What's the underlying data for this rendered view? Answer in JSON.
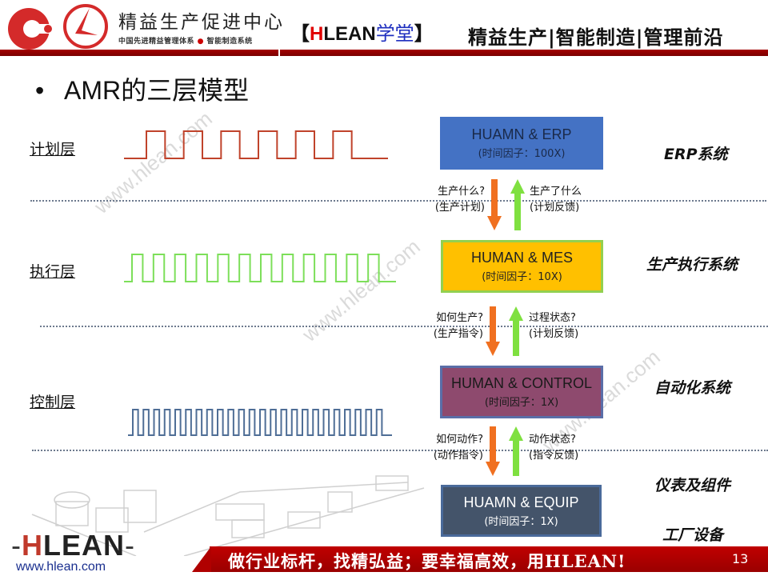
{
  "header": {
    "brand_title": "精益生产促进中心",
    "brand_sub_left": "中国先进精益管理体系",
    "brand_sub_dot": "●",
    "brand_sub_right": "智能制造系统",
    "hlean_open": "【",
    "hlean_h": "H",
    "hlean_rest": "LEAN",
    "hlean_xt": "学堂",
    "hlean_close": "】",
    "slogan": "精益生产|智能制造|管理前沿"
  },
  "title": {
    "bullet": "•",
    "text": "AMR的三层模型"
  },
  "layers": [
    {
      "label": "计划层",
      "wave_color": "#c0432b",
      "pulses": 6
    },
    {
      "label": "执行层",
      "wave_color": "#7ddf5a",
      "pulses": 12
    },
    {
      "label": "控制层",
      "wave_color": "#4f6e96",
      "pulses": 24
    }
  ],
  "systems": [
    {
      "main": "HUAMN & ERP",
      "sub": "(时间因子：100X)",
      "bg": "#4472c4",
      "border": "#4472c4",
      "text": "#1a2a4a",
      "label": "ERP系统"
    },
    {
      "main": "HUMAN & MES",
      "sub": "(时间因子：10X)",
      "bg": "#ffc000",
      "border": "#92d050",
      "text": "#222222",
      "label": "生产执行系统"
    },
    {
      "main": "HUMAN & CONTROL",
      "sub": "(时间因子：1X)",
      "bg": "#8e4a6e",
      "border": "#5a6ea8",
      "text": "#1a1a1a",
      "label": "自动化系统"
    },
    {
      "main": "HUAMN  &  EQUIP",
      "sub": "(时间因子：1X)",
      "bg": "#44546a",
      "border": "#4a6a9a",
      "text": "#ffffff",
      "label_top": "仪表及组件",
      "label": "工厂设备"
    }
  ],
  "flows": [
    {
      "down_q": "生产什么?",
      "down_a": "(生产计划)",
      "up_q": "生产了什么",
      "up_a": "(计划反馈)"
    },
    {
      "down_q": "如何生产?",
      "down_a": "(生产指令)",
      "up_q": "过程状态?",
      "up_a": "(计划反馈)"
    },
    {
      "down_q": "如何动作?",
      "down_a": "(动作指令)",
      "up_q": "动作状态?",
      "up_a": "(指令反馈)"
    }
  ],
  "colors": {
    "arrow_down": "#f07020",
    "arrow_up": "#7fe040",
    "header_bar": "#9a0000",
    "footer_bar": "#b00000"
  },
  "watermark": "www.hlean.com",
  "footer": {
    "logo_dash_left": "-",
    "logo_h": "H",
    "logo_rest": "LEAN",
    "logo_dash_right": "-",
    "url": "www.hlean.com",
    "slogan": "做行业标杆，找精弘益；要幸福高效，用HLEAN!",
    "page_number": "13"
  }
}
